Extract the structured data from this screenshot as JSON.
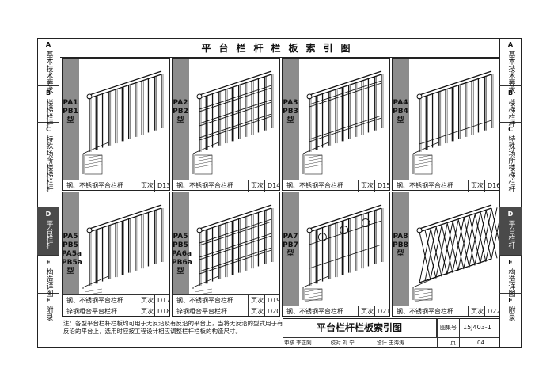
{
  "title": "平台栏杆栏板索引图",
  "left_tabs": [
    {
      "key": "A",
      "label": "基本技术要求"
    },
    {
      "key": "B",
      "label": "楼梯栏杆"
    },
    {
      "key": "C",
      "label": "特殊场所楼梯栏杆"
    },
    {
      "key": "D",
      "label": "平台栏杆"
    },
    {
      "key": "E",
      "label": "构造详图"
    },
    {
      "key": "F",
      "label": "附录"
    }
  ],
  "right_tabs": [
    {
      "key": "A",
      "label": "基本技术要求"
    },
    {
      "key": "B",
      "label": "楼梯栏杆"
    },
    {
      "key": "C",
      "label": "特殊场所楼梯栏杆"
    },
    {
      "key": "D",
      "label": "平台栏杆"
    },
    {
      "key": "E",
      "label": "构造详图"
    },
    {
      "key": "F",
      "label": "附录"
    }
  ],
  "active_tab": "D",
  "panels": [
    {
      "code": "PA1\nPB1\n型",
      "captions": [
        {
          "name": "钢、不锈钢平台栏杆",
          "page_label": "页次",
          "page": "D13"
        }
      ]
    },
    {
      "code": "PA2\nPB2\n型",
      "captions": [
        {
          "name": "钢、不锈钢平台栏杆",
          "page_label": "页次",
          "page": "D14"
        }
      ]
    },
    {
      "code": "PA3\nPB3\n型",
      "captions": [
        {
          "name": "钢、不锈钢平台栏杆",
          "page_label": "页次",
          "page": "D15"
        }
      ]
    },
    {
      "code": "PA4\nPB4\n型",
      "captions": [
        {
          "name": "钢、不锈钢平台栏杆",
          "page_label": "页次",
          "page": "D16"
        }
      ]
    },
    {
      "code": "PA5\nPB5\nPA5a\nPB5a\n型",
      "captions": [
        {
          "name": "钢、不锈钢平台栏杆",
          "page_label": "页次",
          "page": "D17"
        },
        {
          "name": "锌钢组合平台栏杆",
          "page_label": "页次",
          "page": "D18"
        }
      ]
    },
    {
      "code": "PA5\nPB5\nPA6a\nPB6a\n型",
      "captions": [
        {
          "name": "钢、不锈钢平台栏杆",
          "page_label": "页次",
          "page": "D19"
        },
        {
          "name": "锌钢组合平台栏杆",
          "page_label": "页次",
          "page": "D20"
        }
      ]
    },
    {
      "code": "PA7\nPB7\n型",
      "captions": [
        {
          "name": "钢、不锈钢平台栏杆",
          "page_label": "页次",
          "page": "D21"
        }
      ]
    },
    {
      "code": "PA8\nPB8\n型",
      "captions": [
        {
          "name": "钢、不锈钢平台栏杆",
          "page_label": "页次",
          "page": "D22"
        }
      ]
    }
  ],
  "note": "注：各型平台栏杆栏板均可用于无反沿及有反沿的平台上，当将无反沿的型式用于有反沿的平台上，选用时应按工程设计相应调整栏杆栏板的构造尺寸。",
  "title_block": {
    "drawing_title": "平台栏杆栏板索引图",
    "atlas_label": "图集号",
    "atlas_no": "15J403-1",
    "page_label": "页",
    "page_no": "04",
    "row_items": [
      "审核",
      "李正刚",
      "校对",
      "刘 宁",
      "设计",
      "王海涛"
    ]
  }
}
